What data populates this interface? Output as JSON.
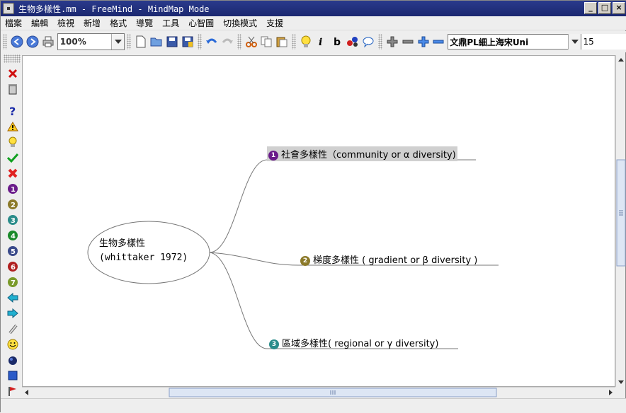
{
  "window": {
    "title": "生物多樣性.mm - FreeMind - MindMap Mode",
    "buttons": [
      "_",
      "□",
      "×"
    ]
  },
  "menubar": [
    "檔案",
    "編輯",
    "檢視",
    "新增",
    "格式",
    "導覽",
    "工具",
    "心智圖",
    "切換模式",
    "支援"
  ],
  "toolbar": {
    "zoom": "100%",
    "font": "文鼎PL細上海宋Uni",
    "font_size": "15"
  },
  "mindmap": {
    "root": {
      "line1": "生物多樣性",
      "line2": "(whittaker 1972)"
    },
    "children": [
      {
        "badge": "1",
        "text": "社會多樣性（community or α diversity)",
        "badge_color": "#6a1b8a"
      },
      {
        "badge": "2",
        "text": "梯度多樣性 ( gradient or β diversity )",
        "badge_color": "#8c7a2a"
      },
      {
        "badge": "3",
        "text": "區域多樣性( regional or γ diversity)",
        "badge_color": "#2a8c8a"
      }
    ]
  },
  "colors": {
    "titlebar": "#1b2870",
    "selected_node_bg": "#d0d0d0",
    "edge": "#777777"
  },
  "left_icons": [
    "delete-icon",
    "trash-icon",
    "question-icon",
    "warning-icon",
    "idea-icon",
    "ok-icon",
    "cancel-icon",
    "priority-1-icon",
    "priority-2-icon",
    "priority-3-icon",
    "priority-4-icon",
    "priority-5-icon",
    "priority-6-icon",
    "priority-7-icon",
    "back-icon",
    "forward-icon",
    "attach-icon",
    "smiley-icon",
    "bomb-icon",
    "cube-icon",
    "flag-icon"
  ]
}
